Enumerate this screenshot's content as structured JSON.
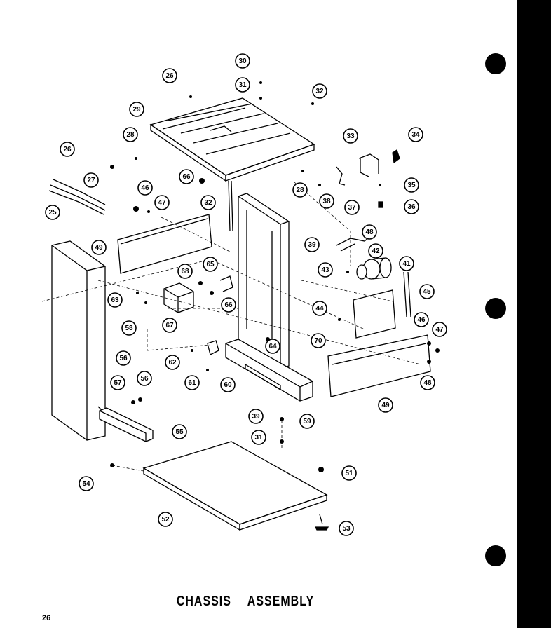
{
  "title": "CHASSIS ASSEMBLY",
  "page_number": "26",
  "callouts": [
    "30",
    "26",
    "31",
    "32",
    "29",
    "28",
    "33",
    "34",
    "26",
    "27",
    "25",
    "66",
    "46",
    "47",
    "28",
    "38",
    "37",
    "35",
    "36",
    "32",
    "49",
    "39",
    "48",
    "42",
    "41",
    "43",
    "68",
    "65",
    "45",
    "63",
    "44",
    "46",
    "47",
    "58",
    "67",
    "66",
    "70",
    "64",
    "56",
    "62",
    "61",
    "60",
    "59",
    "48",
    "57",
    "56",
    "55",
    "49",
    "39",
    "31",
    "54",
    "51",
    "52",
    "53"
  ]
}
